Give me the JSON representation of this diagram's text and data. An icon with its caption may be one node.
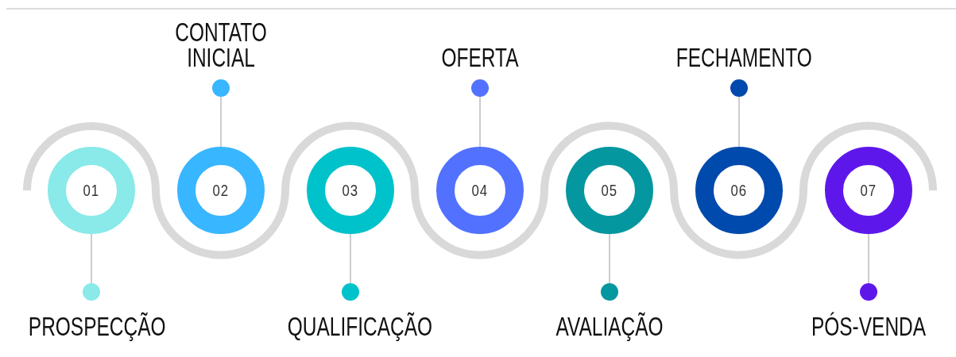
{
  "diagram": {
    "nodes": [
      {
        "text": [
          "01"
        ]
      },
      {
        "text": [
          "02"
        ]
      },
      {
        "text": [
          "03"
        ]
      },
      {
        "text": [
          "04"
        ]
      },
      {
        "text": [
          "05"
        ]
      },
      {
        "text": [
          "06"
        ]
      },
      {
        "text": [
          "07"
        ]
      },
      {
        "text": [],
        "shape": "circle",
        "beside": [
          "PROSPECÇÃO"
        ]
      },
      {
        "text": [],
        "shape": "circle",
        "beside": [
          "CONTATO INICIAL"
        ]
      },
      {
        "text": [],
        "shape": "circle",
        "beside": [
          "QUALIFICAÇÃO"
        ]
      },
      {
        "text": [],
        "shape": "circle",
        "beside": [
          "OFERTA"
        ]
      },
      {
        "text": [],
        "shape": "circle",
        "beside": [
          "AVALIAÇÃO"
        ]
      },
      {
        "text": [],
        "shape": "circle",
        "beside": [
          "FECHAMENTO"
        ]
      },
      {
        "text": [],
        "shape": "circle",
        "beside": [
          "PÓS-VENDA"
        ]
      }
    ],
    "edges": [
      {
        "from": 0,
        "to": 7,
        "arrow": "none"
      },
      {
        "from": 1,
        "to": 8,
        "arrow": "none"
      },
      {
        "from": 2,
        "to": 9,
        "arrow": "none"
      },
      {
        "from": 3,
        "to": 10,
        "arrow": "none"
      },
      {
        "from": 4,
        "to": 11,
        "arrow": "none"
      },
      {
        "from": 5,
        "to": 12,
        "arrow": "none"
      },
      {
        "from": 6,
        "to": 13,
        "arrow": "none"
      }
    ]
  }
}
